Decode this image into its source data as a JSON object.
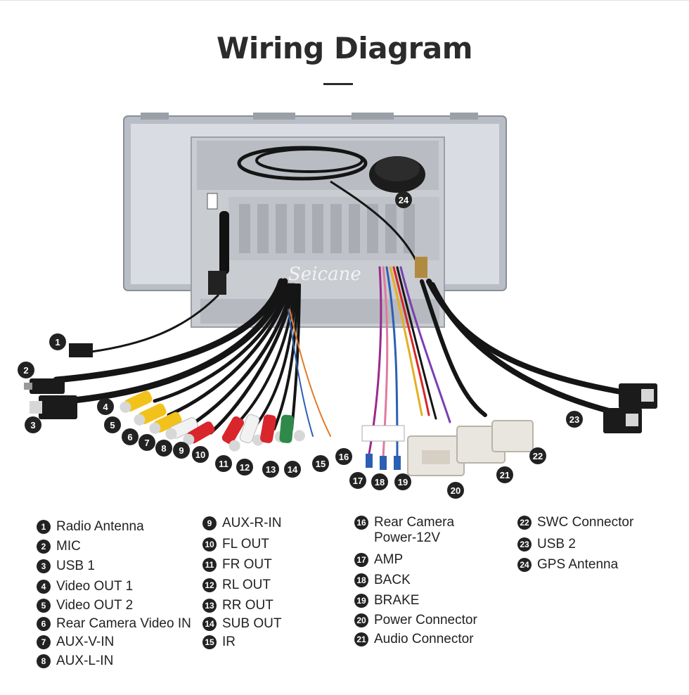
{
  "title": "Wiring Diagram",
  "watermark": "Seicane",
  "legend": [
    {
      "num": "1",
      "label": "Radio Antenna"
    },
    {
      "num": "2",
      "label": "MIC"
    },
    {
      "num": "3",
      "label": "USB 1"
    },
    {
      "num": "4",
      "label": "Video OUT 1"
    },
    {
      "num": "5",
      "label": "Video OUT 2"
    },
    {
      "num": "6",
      "label": "Rear Camera Video IN"
    },
    {
      "num": "7",
      "label": "AUX-V-IN"
    },
    {
      "num": "8",
      "label": "AUX-L-IN"
    },
    {
      "num": "9",
      "label": "AUX-R-IN"
    },
    {
      "num": "10",
      "label": "FL OUT"
    },
    {
      "num": "11",
      "label": "FR OUT"
    },
    {
      "num": "12",
      "label": "RL OUT"
    },
    {
      "num": "13",
      "label": "RR OUT"
    },
    {
      "num": "14",
      "label": "SUB OUT"
    },
    {
      "num": "15",
      "label": "IR"
    },
    {
      "num": "16",
      "label": "Rear Camera Power-12V"
    },
    {
      "num": "17",
      "label": "AMP"
    },
    {
      "num": "18",
      "label": "BACK"
    },
    {
      "num": "19",
      "label": "BRAKE"
    },
    {
      "num": "20",
      "label": "Power Connector"
    },
    {
      "num": "21",
      "label": "Audio Connector"
    },
    {
      "num": "22",
      "label": "SWC Connector"
    },
    {
      "num": "23",
      "label": "USB 2"
    },
    {
      "num": "24",
      "label": "GPS Antenna"
    }
  ],
  "colors": {
    "marker": "#222222",
    "panel": "#d9dde3",
    "chassis": "#c9ccd1",
    "cable": "#151515",
    "rca_yellow": "#f2c21a",
    "rca_red": "#d8262c",
    "rca_white": "#f2f2f2",
    "rca_green": "#2f8a4a",
    "connector": "#e9e6e0"
  }
}
